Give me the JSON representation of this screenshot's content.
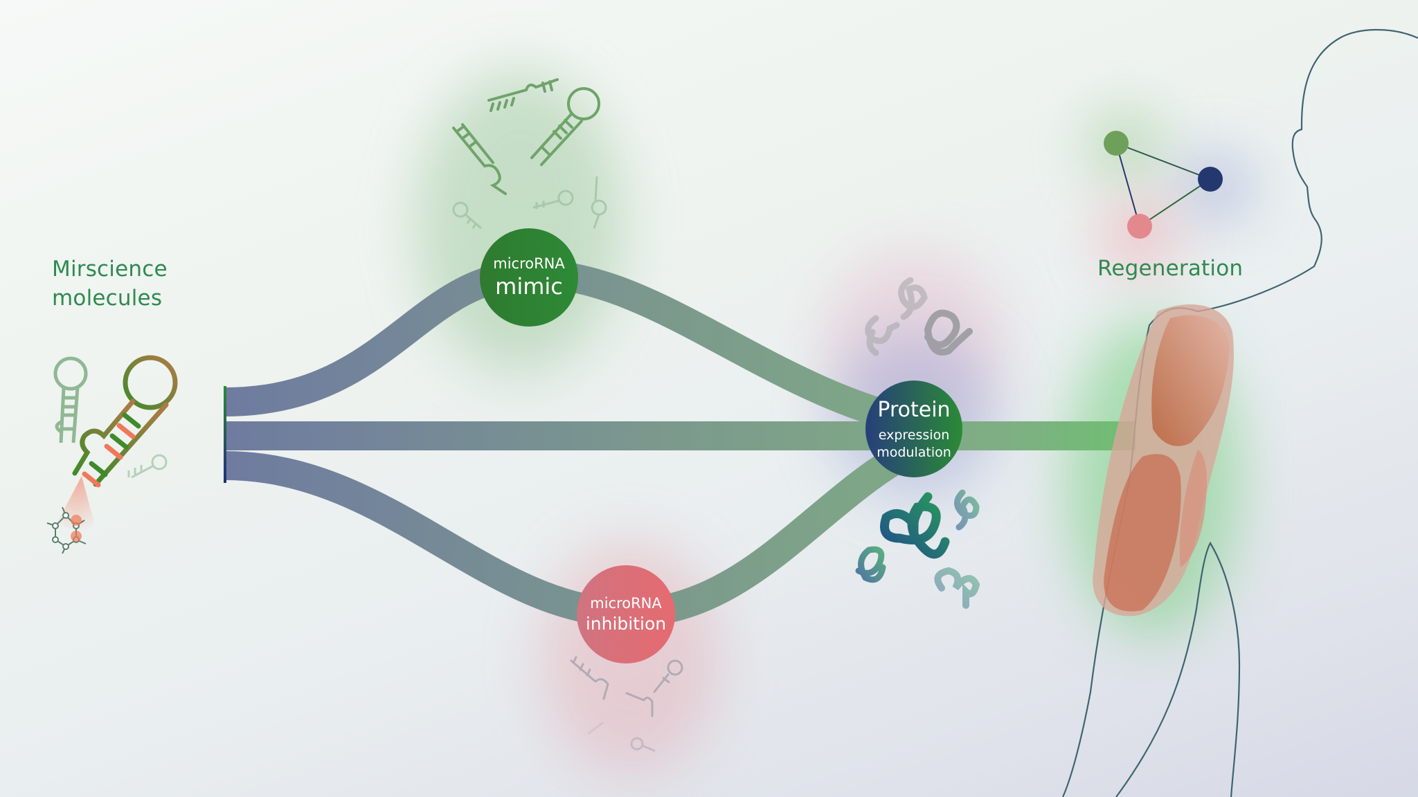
{
  "diagram": {
    "title_left": {
      "line1": "Mirscience",
      "line2": "molecules"
    },
    "nodes": {
      "mimic": {
        "line1": "microRNA",
        "line2": "mimic",
        "color_from": "#2f7a2f",
        "color_to": "#2d8a36"
      },
      "inhibition": {
        "line1": "microRNA",
        "line2": "inhibition",
        "color_from": "#d1737f",
        "color_to": "#e56a70"
      },
      "protein": {
        "line1": "Protein",
        "line2": "expression",
        "line3": "modulation",
        "color_from": "#273f7a",
        "color_to": "#2b8a36"
      }
    },
    "outcome": {
      "label": "Regeneration",
      "network_nodes": [
        {
          "name": "green",
          "color": "#6fa05a"
        },
        {
          "name": "navy",
          "color": "#23386e"
        },
        {
          "name": "pink",
          "color": "#e3898e"
        }
      ]
    },
    "flows": {
      "start_color": "#6f7da0",
      "end_color": "#7fae84",
      "paths": [
        "to-mimic",
        "to-protein-direct",
        "to-inhibition"
      ]
    },
    "icons": {
      "molecule_hairpin": "rna-hairpin-icon",
      "molecule_chemical": "chemical-structure-icon",
      "protein_knot": "protein-fold-icon",
      "human_silhouette": "human-silhouette-icon",
      "muscle": "muscle-icon"
    },
    "colors": {
      "label_green": "#2e8a4f",
      "outline": "#3e6470",
      "muscle": "#c96b4f"
    }
  }
}
